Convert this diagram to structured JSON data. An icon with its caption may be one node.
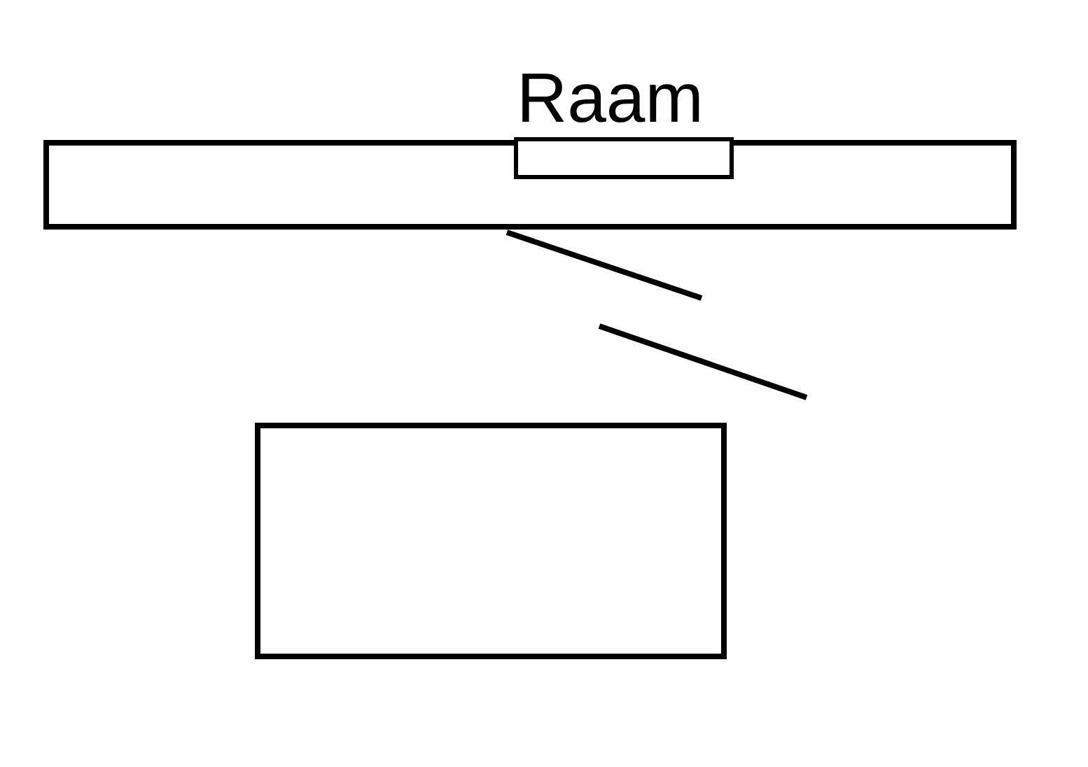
{
  "diagram": {
    "nodes": [
      {
        "text": [],
        "shape": "box"
      },
      {
        "text": [
          "Raam"
        ],
        "in": 0
      },
      {
        "text": [],
        "shape": "box"
      }
    ]
  }
}
